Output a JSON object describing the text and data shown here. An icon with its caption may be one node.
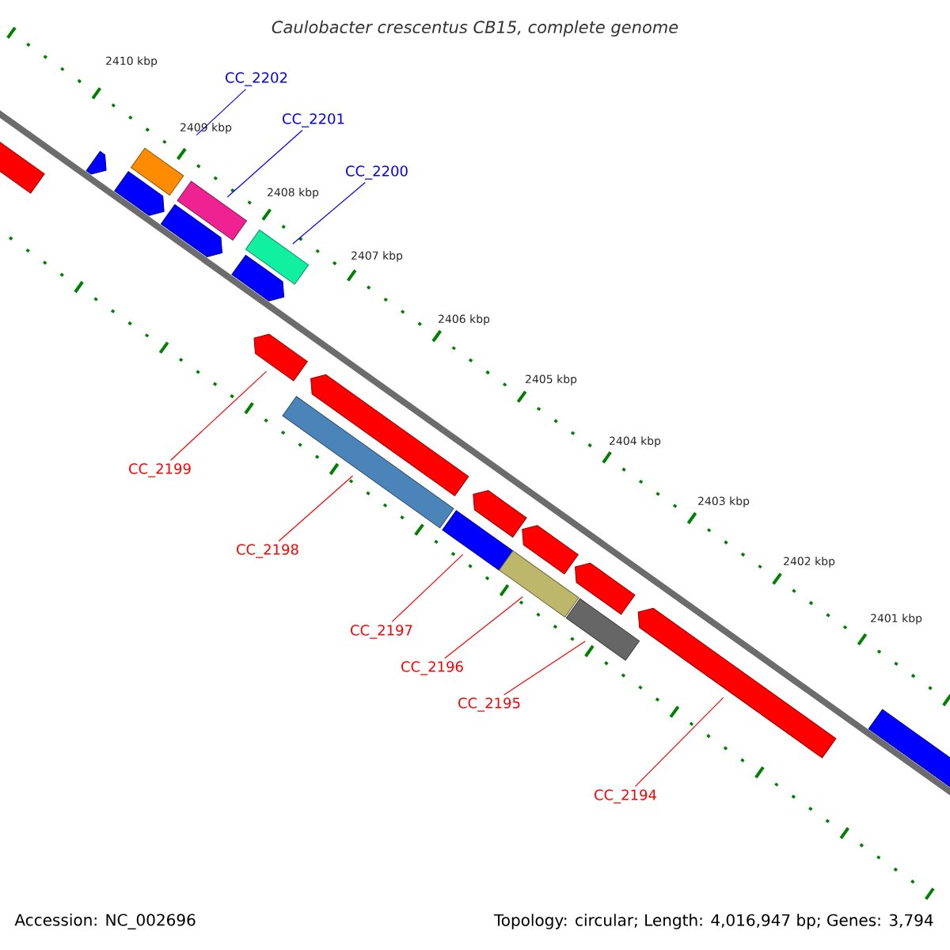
{
  "diagram": {
    "title": "Caulobacter crescentus CB15, complete genome",
    "nodes": [
      {
        "text": [
          "CC_2202"
        ]
      },
      {
        "text": [],
        "shape": "bar"
      },
      {
        "text": [
          "CC_2201"
        ]
      },
      {
        "text": [],
        "shape": "bar"
      },
      {
        "text": [
          "CC_2200"
        ]
      },
      {
        "text": [],
        "shape": "bar"
      },
      {
        "text": [
          "CC_2199"
        ]
      },
      {
        "text": [],
        "shape": "bar"
      },
      {
        "text": [
          "CC_2198"
        ]
      },
      {
        "text": [],
        "shape": "bar"
      },
      {
        "text": [
          "CC_2197"
        ]
      },
      {
        "text": [],
        "shape": "bar"
      },
      {
        "text": [
          "CC_2196"
        ]
      },
      {
        "text": [],
        "shape": "bar"
      },
      {
        "text": [
          "CC_2195"
        ]
      },
      {
        "text": [],
        "shape": "bar"
      },
      {
        "text": [
          "CC_2194"
        ]
      },
      {
        "text": [],
        "shape": "bar"
      },
      {
        "text": [],
        "shape": "bar"
      },
      {
        "text": [],
        "shape": "bar"
      },
      {
        "text": [],
        "shape": "bar"
      },
      {
        "text": [],
        "shape": "bar"
      },
      {
        "text": [],
        "shape": "bar"
      },
      {
        "text": [],
        "shape": "bar"
      },
      {
        "text": [],
        "shape": "bar"
      },
      {
        "text": [],
        "shape": "bar"
      },
      {
        "text": [],
        "shape": "bar"
      },
      {
        "text": [],
        "shape": "bar"
      }
    ],
    "edges": [
      {
        "from": 0,
        "to": 1,
        "arrow": "none",
        "color": "#0000ff"
      },
      {
        "from": 2,
        "to": 3,
        "arrow": "none",
        "color": "#0000ff"
      },
      {
        "from": 4,
        "to": 5,
        "arrow": "none",
        "color": "#0000ff"
      },
      {
        "from": 6,
        "to": 7,
        "arrow": "none"
      },
      {
        "from": 8,
        "to": 9,
        "arrow": "none"
      },
      {
        "from": 10,
        "to": 11,
        "arrow": "none"
      },
      {
        "from": 12,
        "to": 13,
        "arrow": "none"
      },
      {
        "from": 14,
        "to": 15,
        "arrow": "none"
      },
      {
        "from": 16,
        "to": 17,
        "arrow": "none"
      }
    ],
    "labels": [
      "2410 kbp",
      "2409 kbp",
      "2408 kbp",
      "2407 kbp",
      "2406 kbp",
      "2405 kbp",
      "2404 kbp",
      "2403 kbp",
      "2402 kbp",
      "2401 kbp",
      "Accession: NC_002696",
      "Topology: circular; Length: 4,016,947 bp; Genes: 3,794"
    ]
  }
}
